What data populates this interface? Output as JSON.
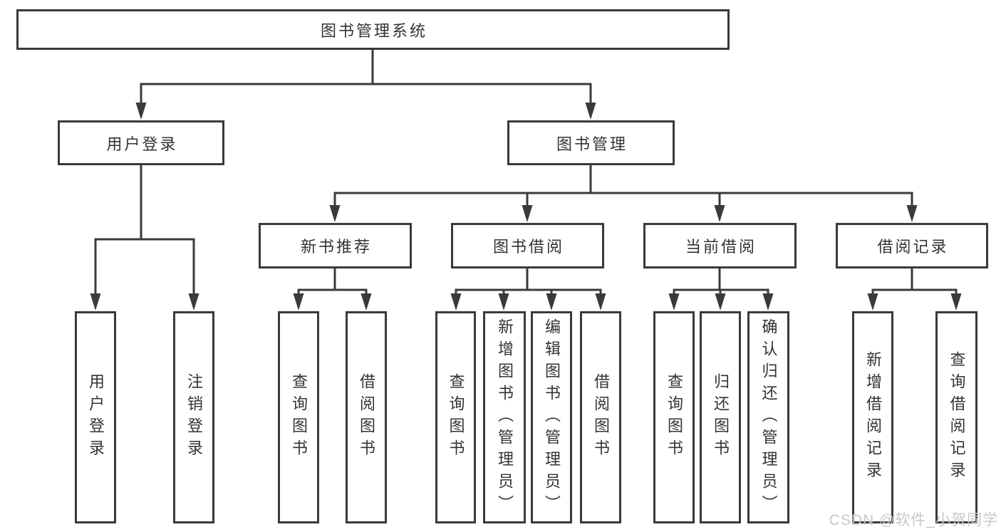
{
  "diagram": {
    "root": {
      "label": "图书管理系统"
    },
    "branches": [
      {
        "label": "用户登录",
        "leaves": [
          {
            "label": "用户登录"
          },
          {
            "label": "注销登录"
          }
        ]
      },
      {
        "label": "图书管理",
        "sections": [
          {
            "label": "新书推荐",
            "leaves": [
              {
                "label": "查询图书"
              },
              {
                "label": "借阅图书"
              }
            ]
          },
          {
            "label": "图书借阅",
            "leaves": [
              {
                "label": "查询图书"
              },
              {
                "label": "新增图书（管理员）"
              },
              {
                "label": "编辑图书（管理员）"
              },
              {
                "label": "借阅图书"
              }
            ]
          },
          {
            "label": "当前借阅",
            "leaves": [
              {
                "label": "查询图书"
              },
              {
                "label": "归还图书"
              },
              {
                "label": "确认归还（管理员）"
              }
            ]
          },
          {
            "label": "借阅记录",
            "leaves": [
              {
                "label": "新增借阅记录"
              },
              {
                "label": "查询借阅记录"
              }
            ]
          }
        ]
      }
    ],
    "watermark": "CSDN @软件_小贺同学",
    "colors": {
      "line": "#3a3a3a",
      "text": "#333333",
      "background": "#ffffff",
      "watermark": "#c8c8c8"
    }
  }
}
